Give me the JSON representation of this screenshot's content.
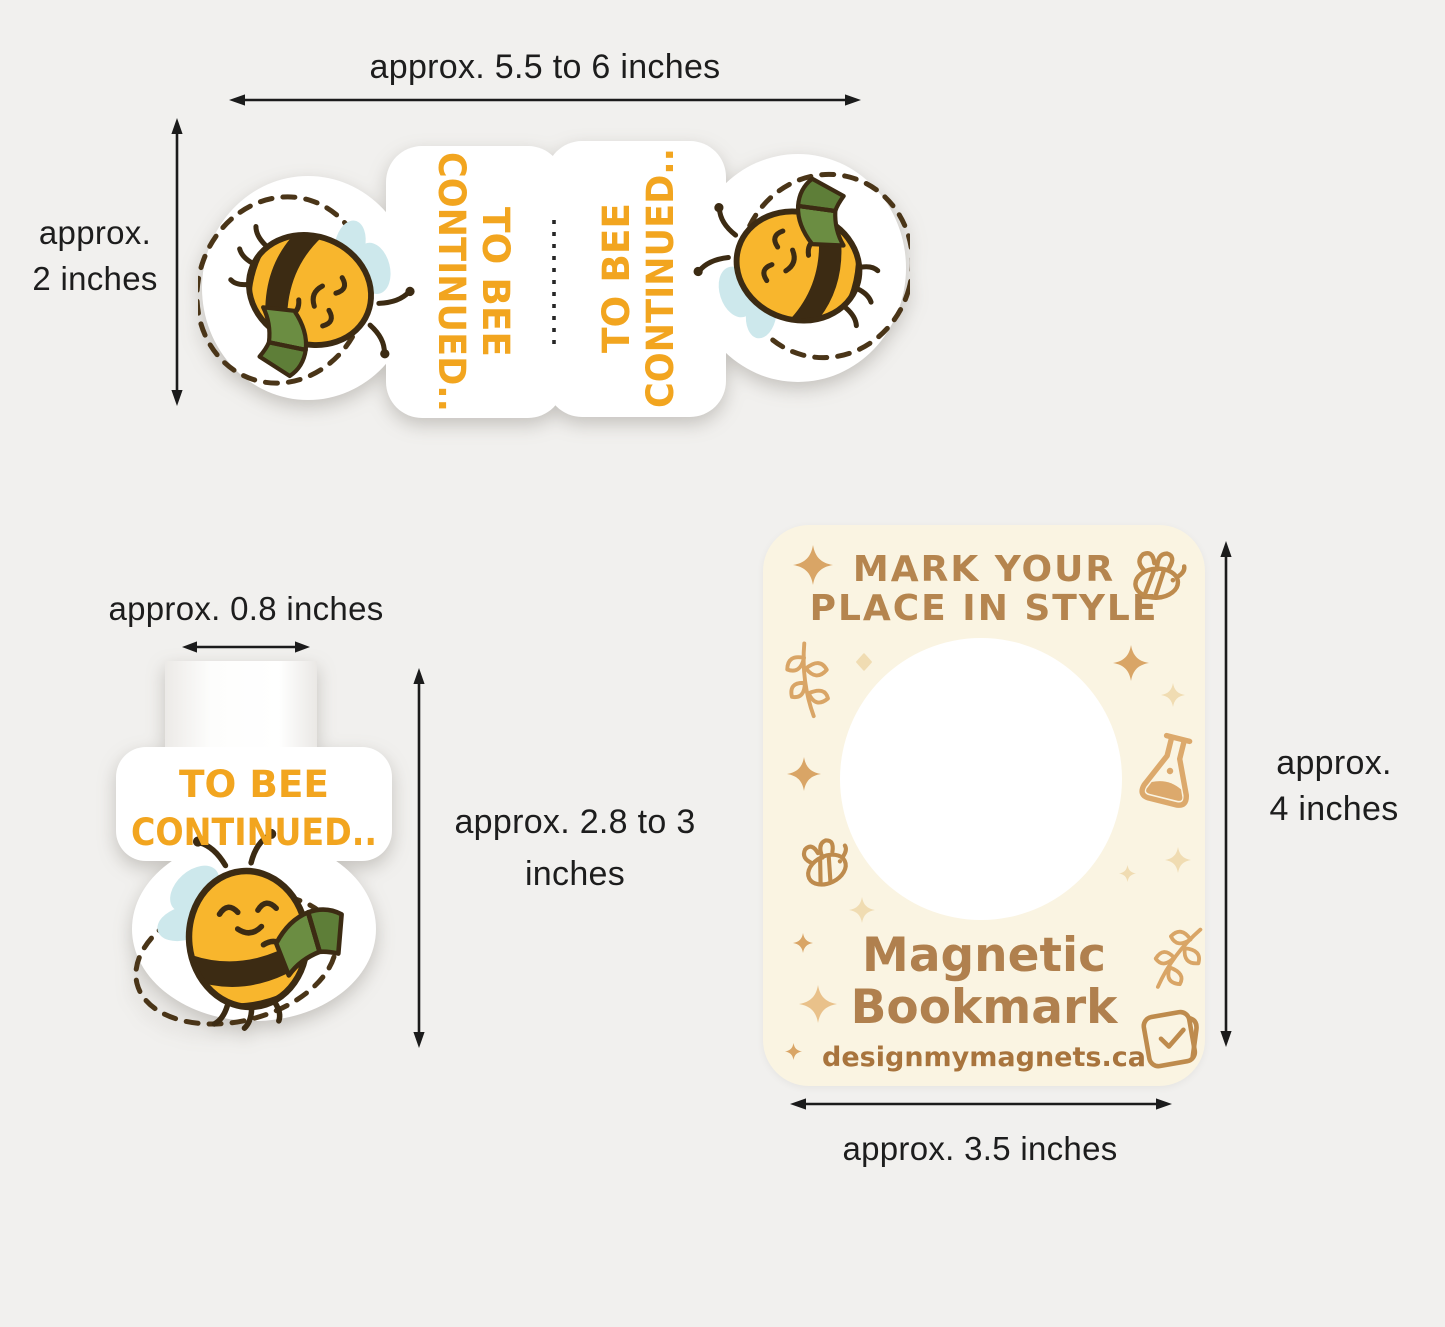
{
  "page": {
    "background": "#f1f0ee",
    "description": "Magnetic bookmark product dimension infographic"
  },
  "colors": {
    "sticker_text_orange": "#F2A51F",
    "bee_yellow": "#F8B62D",
    "bee_outline": "#3C2B13",
    "wing_blue": "#CDE8EC",
    "book_green": "#6B8D42",
    "card_cream": "#FAF4E2",
    "card_heading_brown": "#B5854F",
    "card_product_brown": "#B0804E",
    "card_website_brown": "#A8743D",
    "doodle_tan": "#D9A566",
    "doodle_pale": "#F0DCB2",
    "dimension_ink": "#1B1B1B"
  },
  "unfolded_bookmark": {
    "text_line1": "TO BEE",
    "text_line2": "CONTINUED..",
    "width_label": "approx. 5.5 to 6 inches",
    "height_label_line1": "approx.",
    "height_label_line2": "2 inches"
  },
  "folded_bookmark": {
    "text_line1": "TO BEE",
    "text_line2": "CONTINUED..",
    "width_label": "approx. 0.8 inches",
    "height_label_line1": "approx. 2.8 to 3",
    "height_label_line2": "inches"
  },
  "packaging_card": {
    "heading_line1": "MARK YOUR",
    "heading_line2": "PLACE IN STYLE",
    "product_line1": "Magnetic",
    "product_line2": "Bookmark",
    "website": "designmymagnets.ca",
    "width_label": "approx. 3.5 inches",
    "height_label_line1": "approx.",
    "height_label_line2": "4 inches",
    "doodle_icons": [
      "sparkle-icon",
      "bee-doodle-icon",
      "leaf-doodle-icon",
      "flask-doodle-icon",
      "book-doodle-icon",
      "diamond-icon"
    ]
  }
}
